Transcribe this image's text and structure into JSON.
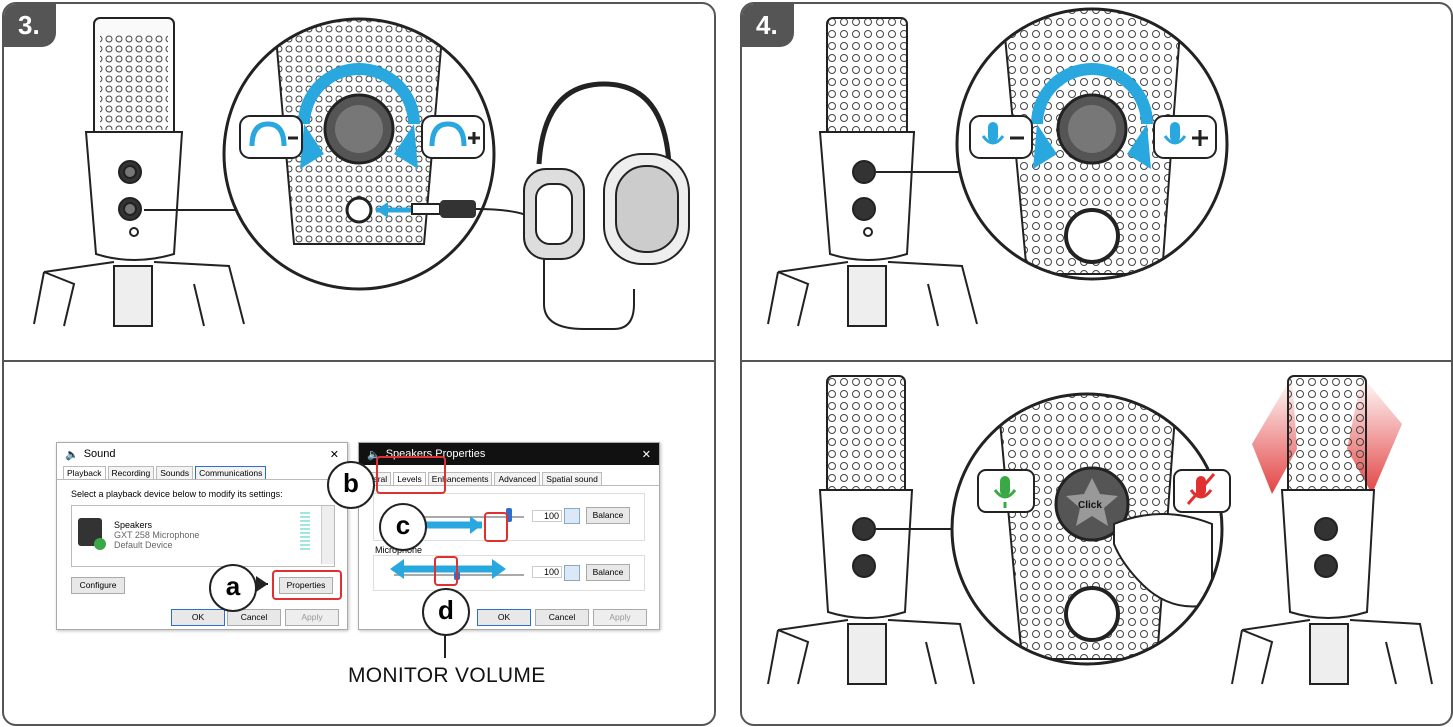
{
  "steps": {
    "step3": "3.",
    "step4": "4."
  },
  "sound_dialog": {
    "title": "Sound",
    "close": "✕",
    "tabs": [
      "Playback",
      "Recording",
      "Sounds",
      "Communications"
    ],
    "instruction": "Select a playback device below to modify its settings:",
    "device": {
      "name": "Speakers",
      "model": "GXT 258 Microphone",
      "status": "Default Device"
    },
    "configure_button": "Configure",
    "properties_button": "Properties",
    "ok_button": "OK",
    "cancel_button": "Cancel",
    "apply_button": "Apply"
  },
  "speakers_dialog": {
    "title": "Speakers Properties",
    "close": "✕",
    "tabs": [
      "eral",
      "Levels",
      "Enhancements",
      "Advanced",
      "Spatial sound"
    ],
    "speaker_value": "100",
    "microphone_label": "Microphone",
    "microphone_value": "100",
    "balance_button": "Balance",
    "ok_button": "OK",
    "cancel_button": "Cancel",
    "apply_button": "Apply"
  },
  "callouts": {
    "a": "a",
    "b": "b",
    "c": "c",
    "d": "d"
  },
  "monitor_label": "MONITOR VOLUME",
  "click_label": "Click",
  "colors": {
    "accent_blue": "#29a8e0",
    "mute_green": "#3aa845",
    "mute_red": "#e03030",
    "frame": "#555555"
  }
}
